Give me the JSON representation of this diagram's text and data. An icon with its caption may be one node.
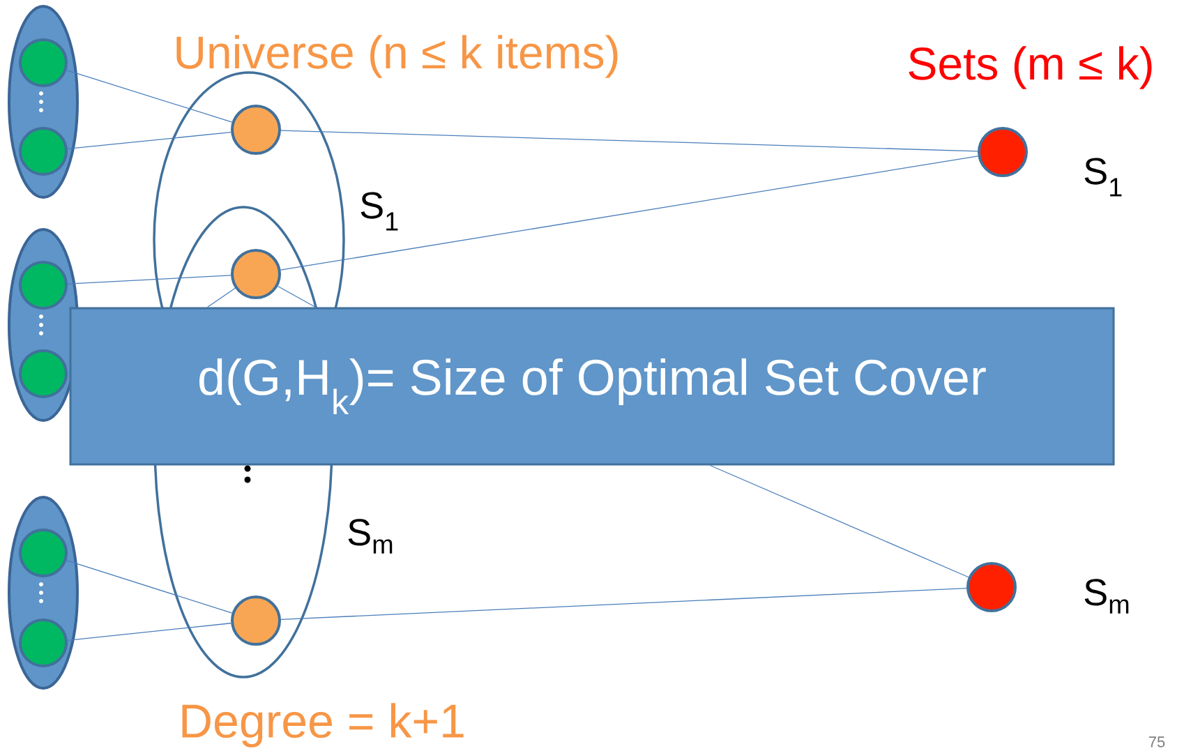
{
  "diagram": {
    "nodes": [
      {
        "text": [],
        "shape": "ellipse"
      },
      {
        "text": [],
        "shape": "circle",
        "in": 0
      },
      {
        "text": [],
        "shape": "circle",
        "in": 0
      },
      {
        "text": [
          "S$_{1}$"
        ]
      },
      {
        "text": [],
        "shape": "circle",
        "in": 3
      },
      {
        "text": [],
        "shape": "circle",
        "beside": [
          "S$_{1}$"
        ]
      },
      {
        "text": [],
        "shape": "ellipse"
      },
      {
        "text": [],
        "shape": "circle",
        "in": 6
      },
      {
        "text": [],
        "shape": "circle",
        "in": 6
      },
      {
        "text": [
          "S$_{m}$"
        ]
      },
      {
        "text": [],
        "shape": "circle"
      },
      {
        "text": [
          "d(G,H$_{k}$)= Size of Optimal Set Cover"
        ]
      },
      {
        "text": [],
        "shape": "ellipse"
      },
      {
        "text": [],
        "shape": "circle",
        "in": 12
      },
      {
        "text": [],
        "shape": "circle",
        "in": 12
      },
      {
        "text": [],
        "shape": "circle",
        "in": 9
      },
      {
        "text": [],
        "shape": "circle",
        "beside": [
          "S$_{m}$"
        ]
      }
    ],
    "edges": [
      {
        "from": 1,
        "to": 4,
        "arrow": "none"
      },
      {
        "from": 2,
        "to": 4,
        "arrow": "none"
      },
      {
        "from": 4,
        "to": 5,
        "arrow": "none"
      },
      {
        "from": 10,
        "to": 5,
        "arrow": "none"
      },
      {
        "from": 7,
        "to": 10,
        "arrow": "none"
      },
      {
        "from": 10,
        "to": 11,
        "arrow": "none"
      },
      {
        "from": 10,
        "to": 11,
        "arrow": "none"
      },
      {
        "from": 11,
        "to": 16,
        "arrow": "none"
      },
      {
        "from": 13,
        "to": 15,
        "arrow": "none"
      },
      {
        "from": 14,
        "to": 15,
        "arrow": "none"
      },
      {
        "from": 15,
        "to": 16,
        "arrow": "none"
      }
    ],
    "labels": [
      "Universe (n ≤ k items)",
      "Sets (m ≤ k)",
      "Degree = k+1",
      "75"
    ]
  }
}
